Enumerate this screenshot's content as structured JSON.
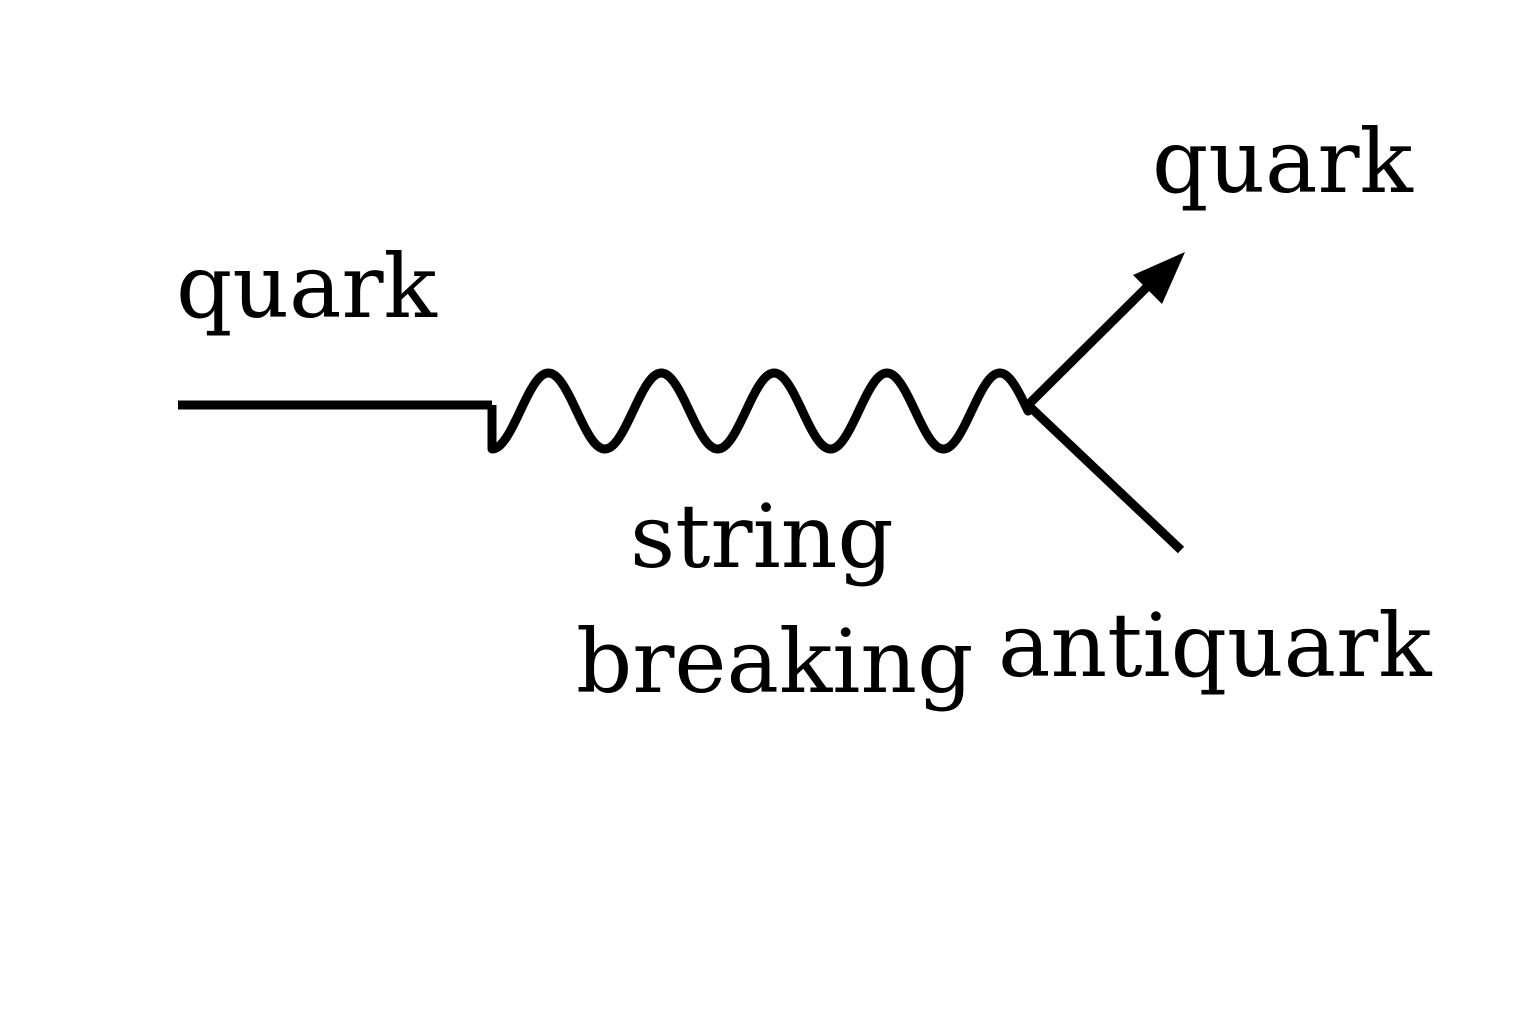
{
  "labels": {
    "incoming_quark": "quark",
    "outgoing_quark": "quark",
    "string_line1": "string",
    "string_line2": "breaking",
    "antiquark": "antiquark"
  },
  "colors": {
    "ink": "#000000",
    "background": "#ffffff"
  }
}
